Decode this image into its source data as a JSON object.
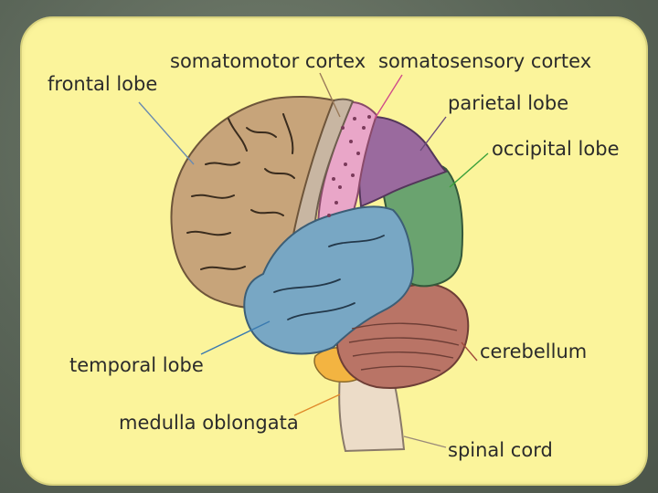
{
  "labels": {
    "frontal_lobe": "frontal lobe",
    "somatomotor_cortex": "somatomotor cortex",
    "somatosensory_cortex": "somatosensory cortex",
    "parietal_lobe": "parietal lobe",
    "occipital_lobe": "occipital lobe",
    "temporal_lobe": "temporal lobe",
    "cerebellum": "cerebellum",
    "medulla_oblongata": "medulla oblongata",
    "spinal_cord": "spinal cord"
  },
  "colors": {
    "background": "#5e6b5e",
    "panel": "#fbf49b",
    "frontal_lobe": "#c7a47a",
    "somatomotor_cortex": "#c8b6a2",
    "somatosensory_cortex": "#e9a6c8",
    "parietal_lobe": "#9a6a9e",
    "occipital_lobe": "#6aa36f",
    "temporal_lobe": "#78a7c4",
    "cerebellum": "#b97466",
    "medulla_oblongata": "#f3b441",
    "spinal_cord": "#ecdcc8"
  }
}
